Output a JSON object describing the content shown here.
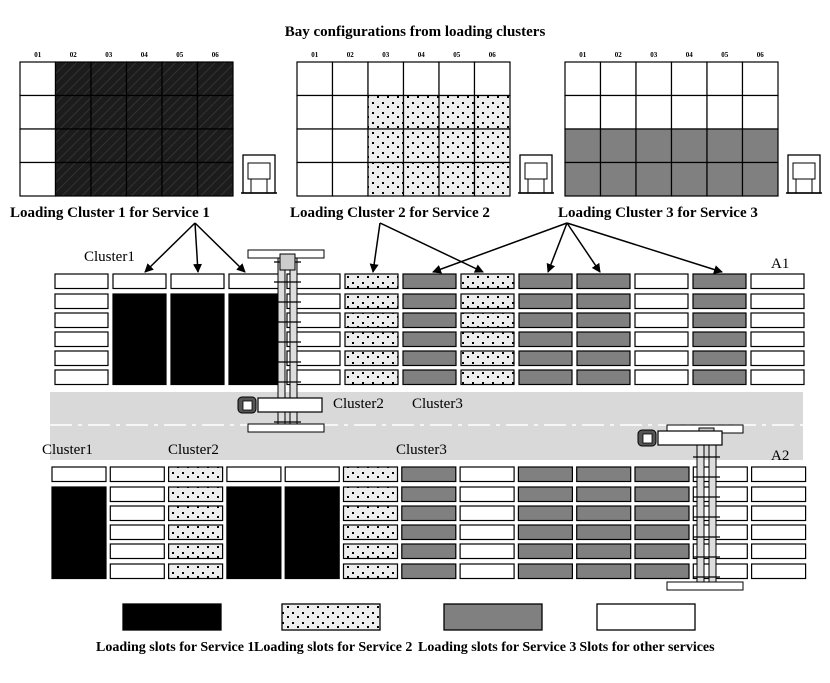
{
  "title": "Bay configurations from  loading clusters",
  "bay_columns": [
    "01",
    "02",
    "03",
    "04",
    "05",
    "06"
  ],
  "bays": [
    {
      "label": "Loading Cluster 1 for Service 1",
      "cells": [
        [
          "w",
          "b",
          "b",
          "b",
          "b",
          "b"
        ],
        [
          "w",
          "b",
          "b",
          "b",
          "b",
          "b"
        ],
        [
          "w",
          "b",
          "b",
          "b",
          "b",
          "b"
        ],
        [
          "w",
          "b",
          "b",
          "b",
          "b",
          "b"
        ]
      ]
    },
    {
      "label": "Loading Cluster 2 for Service 2",
      "cells": [
        [
          "w",
          "w",
          "w",
          "w",
          "w",
          "w"
        ],
        [
          "w",
          "w",
          "d",
          "d",
          "d",
          "d"
        ],
        [
          "w",
          "w",
          "d",
          "d",
          "d",
          "d"
        ],
        [
          "w",
          "w",
          "d",
          "d",
          "d",
          "d"
        ]
      ]
    },
    {
      "label": "Loading Cluster 3 for Service 3",
      "cells": [
        [
          "w",
          "w",
          "w",
          "w",
          "w",
          "w"
        ],
        [
          "w",
          "w",
          "w",
          "w",
          "w",
          "w"
        ],
        [
          "g",
          "g",
          "g",
          "g",
          "g",
          "g"
        ],
        [
          "g",
          "g",
          "g",
          "g",
          "g",
          "g"
        ]
      ]
    }
  ],
  "yard_labels": {
    "a1": "A1",
    "a2": "A2",
    "cluster1_top": "Cluster1",
    "road_cluster2": "Cluster2",
    "road_cluster3": "Cluster3",
    "cluster1_bottom": "Cluster1",
    "cluster2_bottom": "Cluster2",
    "cluster3_bottom": "Cluster3"
  },
  "block_a1": [
    "w",
    "b",
    "b",
    "b",
    "w",
    "d",
    "g",
    "d",
    "g",
    "g",
    "w",
    "g",
    "w"
  ],
  "block_a2": [
    "b",
    "w",
    "d",
    "b",
    "b",
    "d",
    "g",
    "w",
    "g",
    "g",
    "g",
    "w",
    "w"
  ],
  "legend": [
    {
      "type": "b",
      "label": "Loading slots for Service 1"
    },
    {
      "type": "d",
      "label": "Loading slots for Service 2"
    },
    {
      "type": "g",
      "label": "Loading slots for Service 3"
    },
    {
      "type": "w",
      "label": "Slots for other services"
    }
  ],
  "colors": {
    "black": "#000000",
    "gray": "#808080",
    "dotted_fill": "#eeeeee",
    "road": "#d9d9d9",
    "outline": "#000000"
  }
}
